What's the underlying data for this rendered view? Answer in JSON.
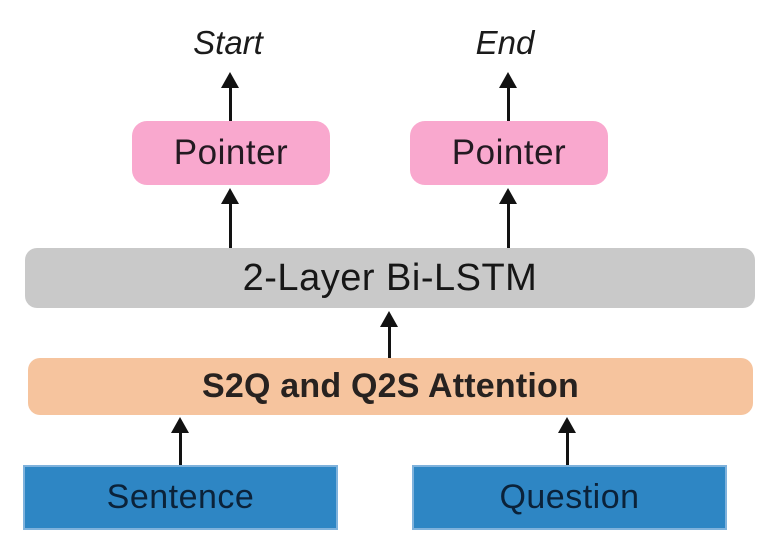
{
  "diagram": {
    "background": "#FFFFFF",
    "arrow_color": "#121212",
    "outputs": {
      "start": "Start",
      "end": "End"
    },
    "nodes": {
      "pointer_left": {
        "label": "Pointer",
        "fill": "#F9A8CE"
      },
      "pointer_right": {
        "label": "Pointer",
        "fill": "#F9A8CE"
      },
      "bilstm": {
        "label": "2-Layer Bi-LSTM",
        "fill": "#C9C9C9"
      },
      "attention": {
        "label": "S2Q and Q2S Attention",
        "fill": "#F6C49E"
      },
      "sentence": {
        "label": "Sentence",
        "fill": "#2E86C4"
      },
      "question": {
        "label": "Question",
        "fill": "#2E86C4"
      }
    },
    "edges": [
      {
        "from": "pointer_left",
        "to": "start"
      },
      {
        "from": "pointer_right",
        "to": "end"
      },
      {
        "from": "bilstm",
        "to": "pointer_left"
      },
      {
        "from": "bilstm",
        "to": "pointer_right"
      },
      {
        "from": "attention",
        "to": "bilstm"
      },
      {
        "from": "sentence",
        "to": "attention"
      },
      {
        "from": "question",
        "to": "attention"
      }
    ]
  }
}
